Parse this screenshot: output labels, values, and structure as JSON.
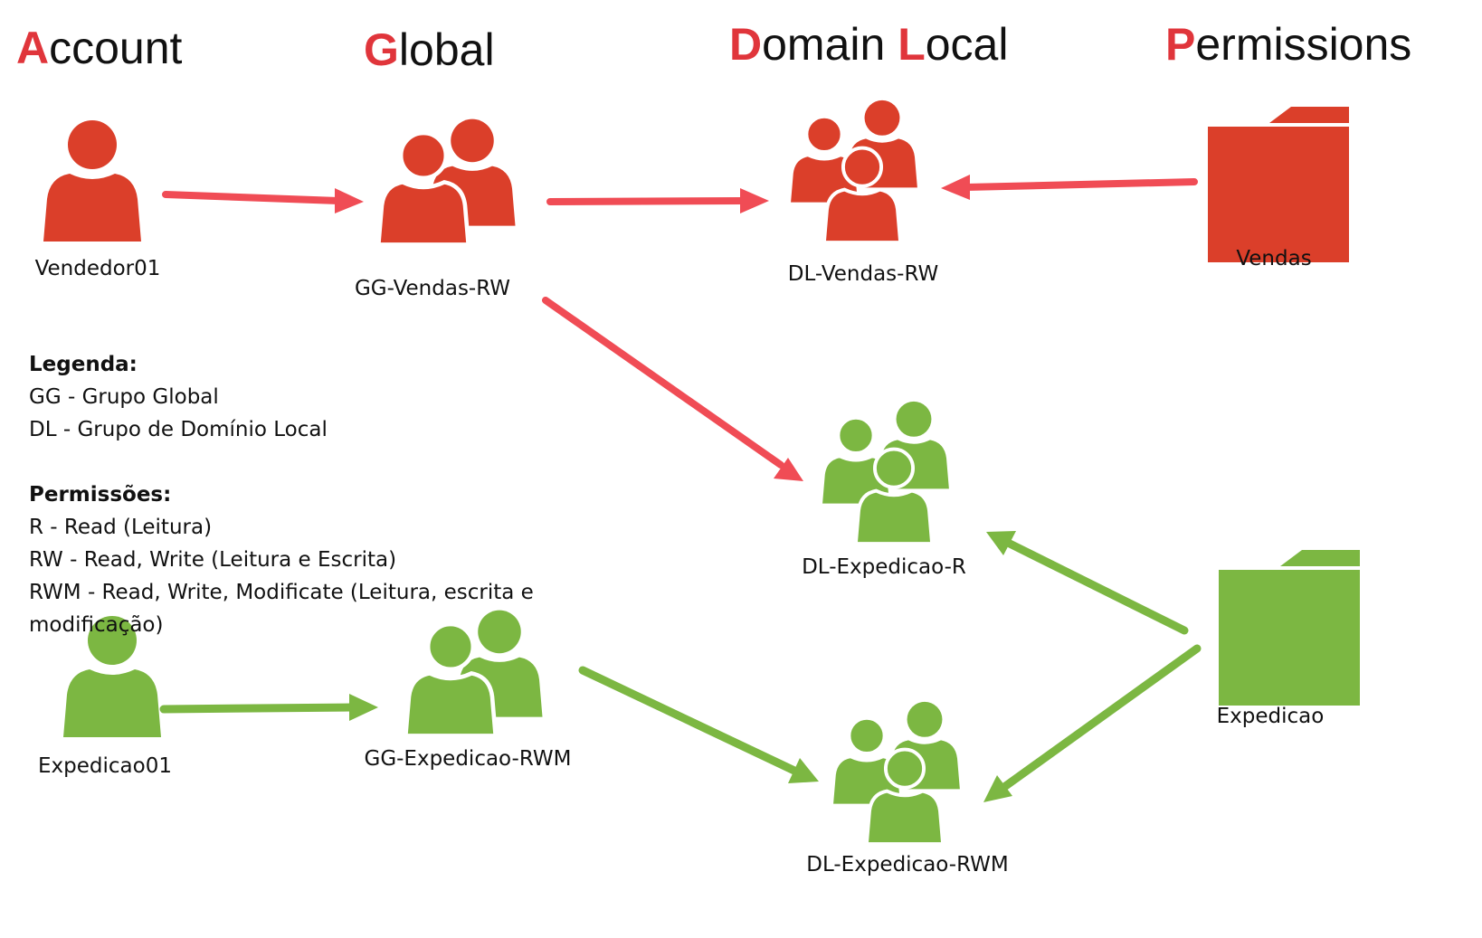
{
  "headings": {
    "account": {
      "initial": "A",
      "rest": "ccount"
    },
    "global": {
      "initial": "G",
      "rest": "lobal"
    },
    "domain_local": {
      "initial1": "D",
      "middle": "omain ",
      "initial2": "L",
      "rest": "ocal"
    },
    "permissions": {
      "initial": "P",
      "rest": "ermissions"
    }
  },
  "colors": {
    "red": "#db3f2a",
    "red_arrow": "#f04c55",
    "green": "#7cb742",
    "heading_initial": "#e0353b"
  },
  "nodes": {
    "vendedor01": {
      "label": "Vendedor01",
      "icon": "user-icon"
    },
    "gg_vendas_rw": {
      "label": "GG-Vendas-RW",
      "icon": "group-icon"
    },
    "dl_vendas_rw": {
      "label": "DL-Vendas-RW",
      "icon": "group-icon"
    },
    "vendas": {
      "label": "Vendas",
      "icon": "folder-icon"
    },
    "dl_expedicao_r": {
      "label": "DL-Expedicao-R",
      "icon": "group-icon"
    },
    "expedicao01": {
      "label": "Expedicao01",
      "icon": "user-icon"
    },
    "gg_expedicao_rwm": {
      "label": "GG-Expedicao-RWM",
      "icon": "group-icon"
    },
    "expedicao": {
      "label": "Expedicao",
      "icon": "folder-icon"
    },
    "dl_expedicao_rwm": {
      "label": "DL-Expedicao-RWM",
      "icon": "group-icon"
    }
  },
  "edges": [
    {
      "from": "vendedor01",
      "to": "gg_vendas_rw",
      "color": "red"
    },
    {
      "from": "gg_vendas_rw",
      "to": "dl_vendas_rw",
      "color": "red"
    },
    {
      "from": "vendas",
      "to": "dl_vendas_rw",
      "color": "red"
    },
    {
      "from": "gg_vendas_rw",
      "to": "dl_expedicao_r",
      "color": "red"
    },
    {
      "from": "expedicao01",
      "to": "gg_expedicao_rwm",
      "color": "green"
    },
    {
      "from": "gg_expedicao_rwm",
      "to": "dl_expedicao_rwm",
      "color": "green"
    },
    {
      "from": "expedicao",
      "to": "dl_expedicao_r",
      "color": "green"
    },
    {
      "from": "expedicao",
      "to": "dl_expedicao_rwm",
      "color": "green"
    }
  ],
  "legend": {
    "title": "Legenda:",
    "items": [
      "GG - Grupo Global",
      "DL - Grupo de Domínio Local"
    ],
    "permissions_title": "Permissões:",
    "permissions": [
      "R - Read (Leitura)",
      "RW - Read, Write (Leitura e Escrita)",
      "RWM - Read, Write, Modificate (Leitura, escrita e",
      "modificação)"
    ]
  }
}
